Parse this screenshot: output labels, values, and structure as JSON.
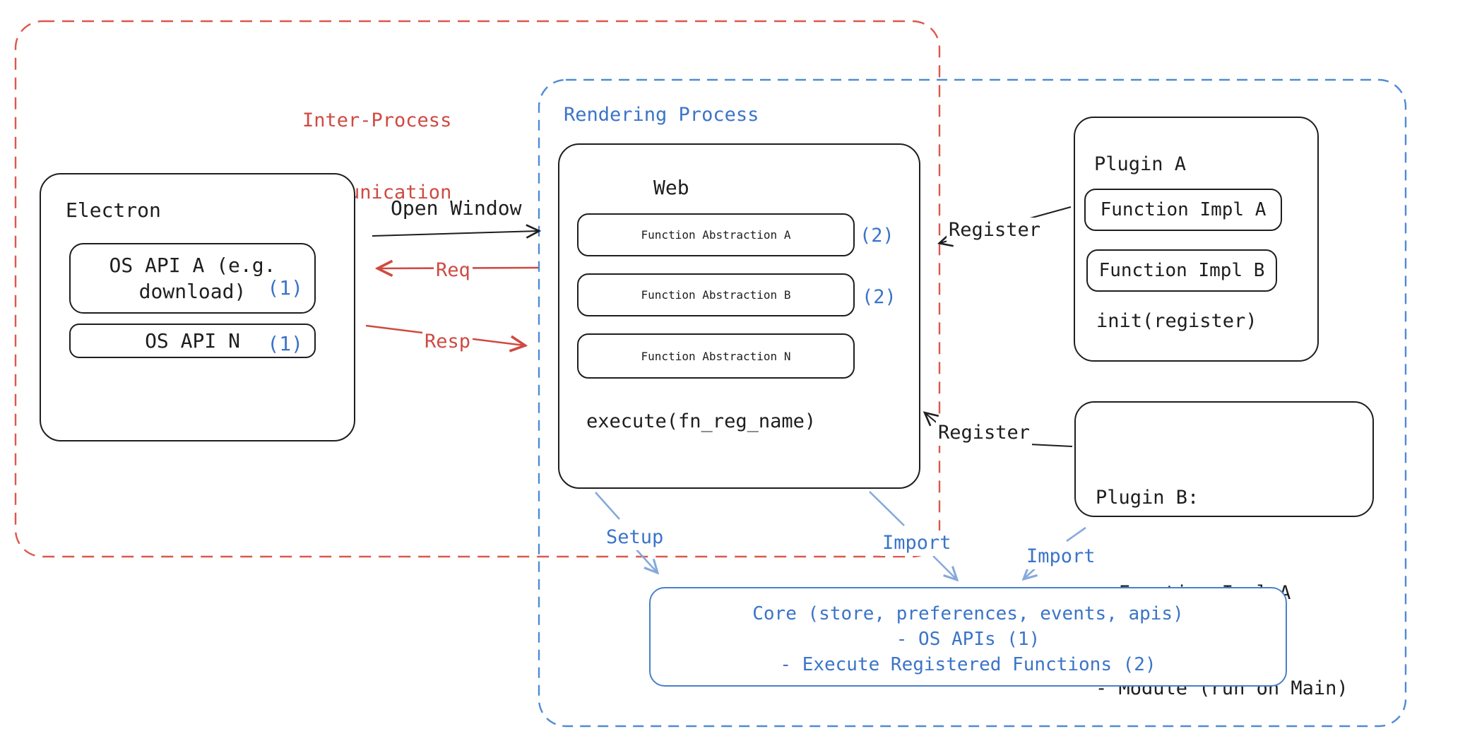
{
  "colors": {
    "ink": "#1e1e1e",
    "red_dash": "#dc584c",
    "red_text": "#cf4a42",
    "blue_dash": "#4f8bd4",
    "blue_text": "#3b74c8",
    "light_blue_arrow": "#86a9dc"
  },
  "ipc_region": {
    "label_line1": "Inter-Process",
    "label_line2": "Communication"
  },
  "rendering_region": {
    "label": "Rendering Process"
  },
  "electron": {
    "title": "Electron",
    "os_api_a": {
      "line1": "OS API A (e.g.",
      "line2": "download)",
      "badge": "(1)"
    },
    "os_api_n": {
      "label": "OS API N",
      "badge": "(1)"
    }
  },
  "web": {
    "title": "Web",
    "abstractions": [
      {
        "label": "Function Abstraction A",
        "badge": "(2)"
      },
      {
        "label": "Function Abstraction B",
        "badge": "(2)"
      },
      {
        "label": "Function Abstraction N",
        "badge": ""
      }
    ],
    "execute": "execute(fn_reg_name)"
  },
  "plugin_a": {
    "title": "Plugin A",
    "impl_a": "Function Impl A",
    "impl_b": "Function Impl B",
    "init": "init(register)"
  },
  "plugin_b": {
    "title": "Plugin B:",
    "item1": "- Function Impl A",
    "item2": "- Module (run on Main)"
  },
  "core": {
    "line1": "Core (store, preferences, events, apis)",
    "line2": "- OS APIs (1)",
    "line3": "- Execute Registered Functions (2)"
  },
  "arrows": {
    "open_window": "Open Window",
    "req": "Req",
    "resp": "Resp",
    "register1": "Register",
    "register2": "Register",
    "setup": "Setup",
    "import1": "Import",
    "import2": "Import"
  }
}
